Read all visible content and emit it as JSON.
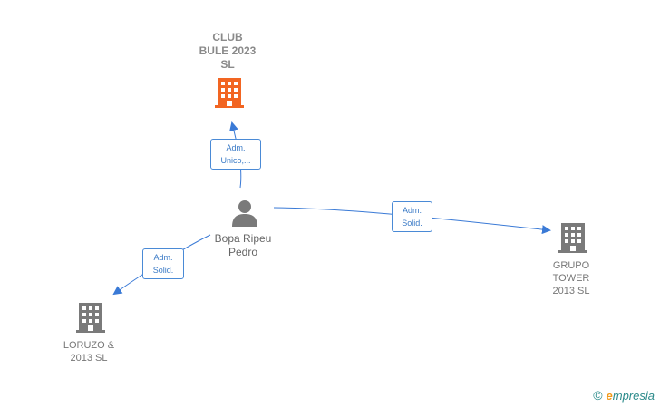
{
  "nodes": {
    "club": {
      "label": "CLUB\nBULE 2023\nSL",
      "icon": "building-icon",
      "color": "#f26522"
    },
    "person": {
      "label": "Bopa Ripeu\nPedro",
      "icon": "person-icon",
      "color": "#7a7a7a"
    },
    "grupo": {
      "label": "GRUPO\nTOWER\n2013  SL",
      "icon": "building-icon",
      "color": "#7a7a7a"
    },
    "loruzo": {
      "label": "LORUZO &\n2013  SL",
      "icon": "building-icon",
      "color": "#7a7a7a"
    }
  },
  "edges": {
    "to_club": {
      "label": "Adm.\nUnico,..."
    },
    "to_grupo": {
      "label": "Adm.\nSolid."
    },
    "to_loruzo": {
      "label": "Adm.\nSolid."
    }
  },
  "colors": {
    "edge": "#3a7ad6"
  },
  "watermark": {
    "symbol": "©",
    "brand_e": "e",
    "brand_rest": "mpresia"
  }
}
